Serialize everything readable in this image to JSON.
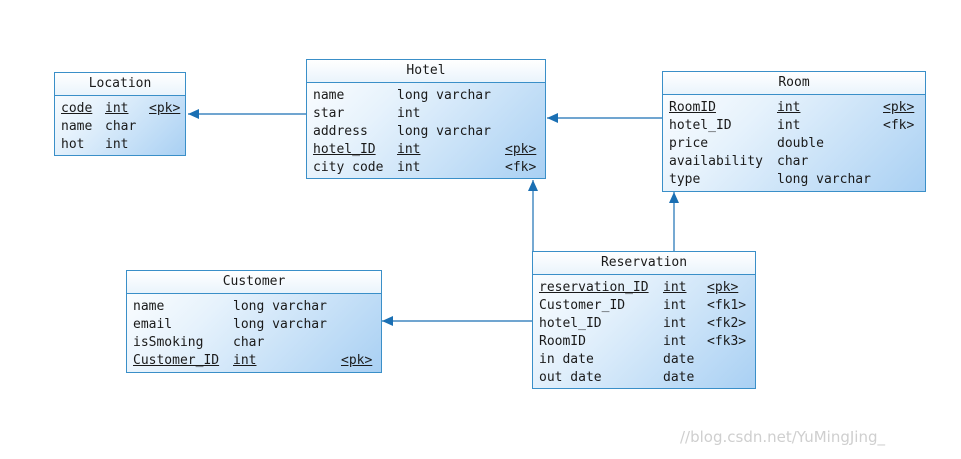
{
  "entities": {
    "location": {
      "title": "Location",
      "rows": [
        {
          "name": "code",
          "type": "int",
          "key": "<pk>",
          "pk": true
        },
        {
          "name": "name",
          "type": "char",
          "key": "",
          "pk": false
        },
        {
          "name": "hot",
          "type": "int",
          "key": "",
          "pk": false
        }
      ]
    },
    "hotel": {
      "title": "Hotel",
      "rows": [
        {
          "name": "name",
          "type": "long varchar",
          "key": "",
          "pk": false
        },
        {
          "name": "star",
          "type": "int",
          "key": "",
          "pk": false
        },
        {
          "name": "address",
          "type": "long varchar",
          "key": "",
          "pk": false
        },
        {
          "name": "hotel_ID",
          "type": "int",
          "key": "<pk>",
          "pk": true
        },
        {
          "name": "city code",
          "type": "int",
          "key": "<fk>",
          "pk": false
        }
      ]
    },
    "room": {
      "title": "Room",
      "rows": [
        {
          "name": "RoomID",
          "type": "int",
          "key": "<pk>",
          "pk": true
        },
        {
          "name": "hotel_ID",
          "type": "int",
          "key": "<fk>",
          "pk": false
        },
        {
          "name": "price",
          "type": "double",
          "key": "",
          "pk": false
        },
        {
          "name": "availability",
          "type": "char",
          "key": "",
          "pk": false
        },
        {
          "name": "type",
          "type": "long varchar",
          "key": "",
          "pk": false
        }
      ]
    },
    "customer": {
      "title": "Customer",
      "rows": [
        {
          "name": "name",
          "type": "long varchar",
          "key": "",
          "pk": false
        },
        {
          "name": "email",
          "type": "long varchar",
          "key": "",
          "pk": false
        },
        {
          "name": "isSmoking",
          "type": "char",
          "key": "",
          "pk": false
        },
        {
          "name": "Customer_ID",
          "type": "int",
          "key": "<pk>",
          "pk": true
        }
      ]
    },
    "reservation": {
      "title": "Reservation",
      "rows": [
        {
          "name": "reservation_ID",
          "type": "int",
          "key": "<pk>",
          "pk": true
        },
        {
          "name": "Customer_ID",
          "type": "int",
          "key": "<fk1>",
          "pk": false
        },
        {
          "name": "hotel_ID",
          "type": "int",
          "key": "<fk2>",
          "pk": false
        },
        {
          "name": "RoomID",
          "type": "int",
          "key": "<fk3>",
          "pk": false
        },
        {
          "name": "in date",
          "type": "date",
          "key": "",
          "pk": false
        },
        {
          "name": "out date",
          "type": "date",
          "key": "",
          "pk": false
        }
      ]
    }
  },
  "watermark": "//blog.csdn.net/YuMingJing_",
  "colors": {
    "border": "#3a8fc8",
    "connector": "#1a6fb3"
  }
}
